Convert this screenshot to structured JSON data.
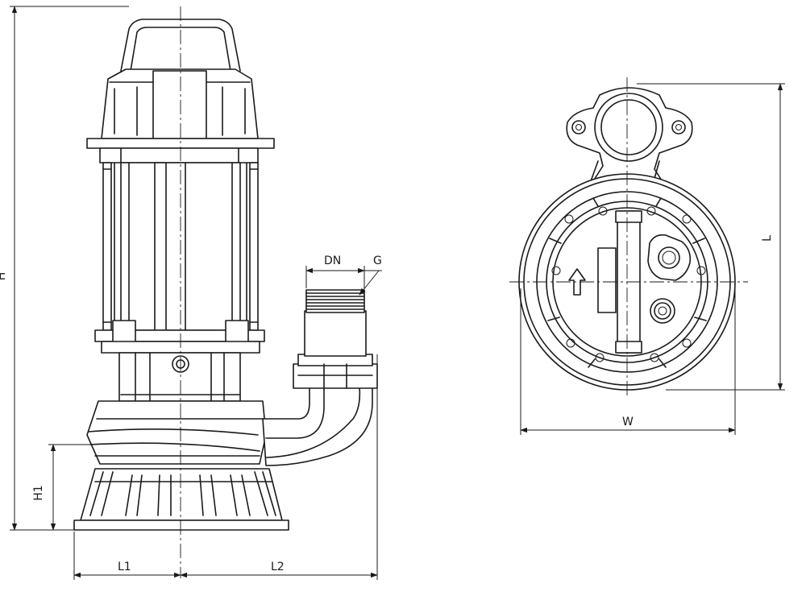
{
  "labels": {
    "H": "H",
    "H1": "H1",
    "L1": "L1",
    "L2": "L2",
    "DN": "DN",
    "G": "G",
    "L": "L",
    "W": "W"
  },
  "colors": {
    "line": "#1a1a1a",
    "background": "#ffffff"
  }
}
